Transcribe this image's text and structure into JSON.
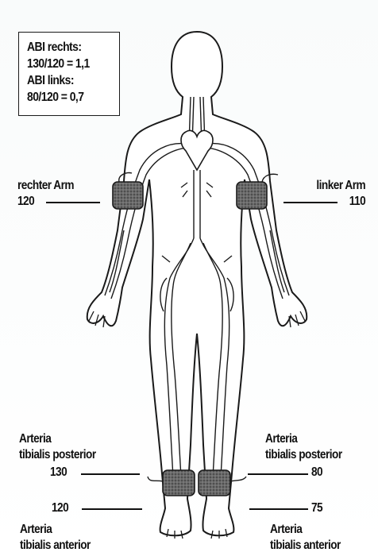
{
  "abi_box": {
    "line1": "ABI rechts:",
    "line2": "130/120 = 1,1",
    "line3": "ABI links:",
    "line4": "80/120 = 0,7"
  },
  "arms": {
    "right": {
      "label": "rechter Arm",
      "value": "120"
    },
    "left": {
      "label": "linker Arm",
      "value": "110"
    }
  },
  "ankles": {
    "posterior_right": {
      "label_line1": "Arteria",
      "label_line2": "tibialis posterior",
      "value": "130"
    },
    "posterior_left": {
      "label_line1": "Arteria",
      "label_line2": "tibialis posterior",
      "value": "80"
    },
    "anterior_right": {
      "value": "120",
      "label_line1": "Arteria",
      "label_line2": "tibialis anterior"
    },
    "anterior_left": {
      "value": "75",
      "label_line1": "Arteria",
      "label_line2": "tibialis anterior"
    }
  },
  "colors": {
    "ink": "#111111",
    "cuff": "#555555",
    "body_fill": "#ffffff"
  },
  "icons": [
    "human-body-outline-icon",
    "heart-icon",
    "blood-pressure-cuff-icon"
  ]
}
